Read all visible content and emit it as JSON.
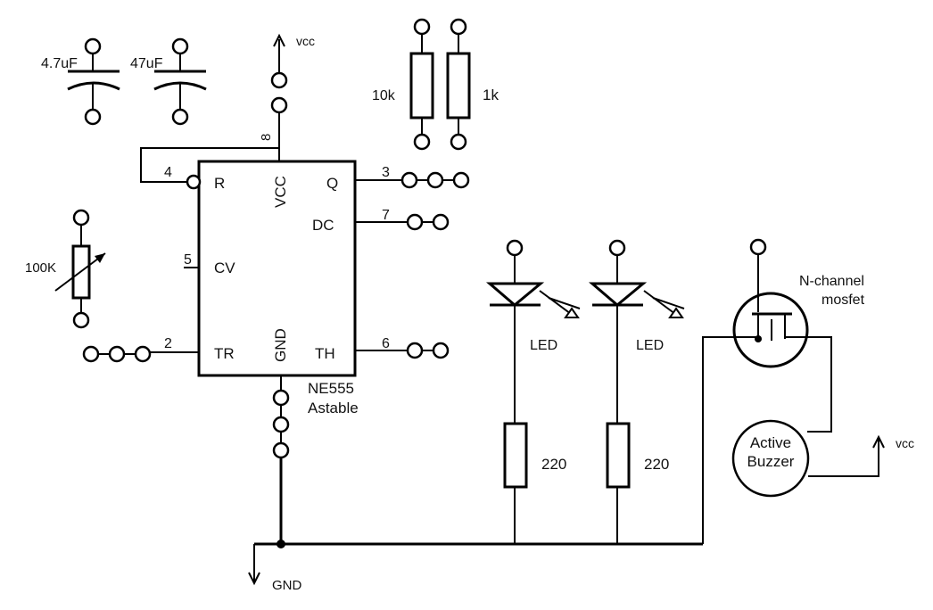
{
  "colors": {
    "ink": "#000000",
    "background": "#ffffff"
  },
  "chip": {
    "name": "NE555",
    "mode": "Astable",
    "pins": {
      "reset": "R",
      "vcc": "VCC",
      "q": "Q",
      "dc": "DC",
      "cv": "CV",
      "tr": "TR",
      "gnd": "GND",
      "th": "TH"
    },
    "pin_numbers": {
      "p1": "",
      "p2": "2",
      "p3": "3",
      "p4": "4",
      "p5": "5",
      "p6": "6",
      "p7": "7",
      "p8": "8"
    }
  },
  "components": {
    "cap1": "4.7uF",
    "cap2": "47uF",
    "res_10k": "10k",
    "res_1k": "1k",
    "pot": "100K",
    "led1": "LED",
    "led2": "LED",
    "res_led1": "220",
    "res_led2": "220",
    "mosfet": [
      "N-channel",
      "mosfet"
    ],
    "buzzer": [
      "Active",
      "Buzzer"
    ]
  },
  "power": {
    "vcc_top": "vcc",
    "vcc_right": "vcc",
    "gnd": "GND"
  }
}
